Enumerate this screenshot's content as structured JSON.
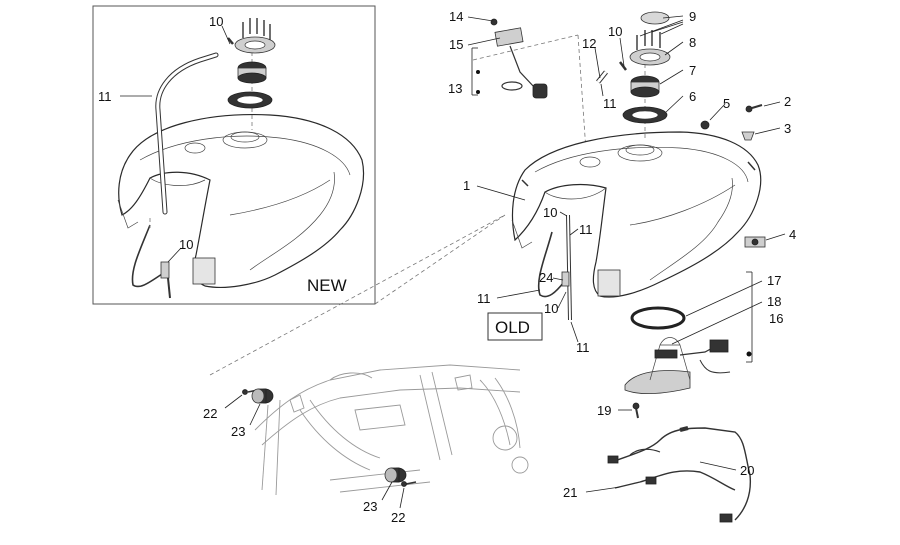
{
  "tags": {
    "new": "NEW",
    "old": "OLD"
  },
  "callouts": {
    "c1": "1",
    "c2": "2",
    "c3": "3",
    "c4": "4",
    "c5": "5",
    "c6": "6",
    "c7": "7",
    "c8": "8",
    "c9": "9",
    "c10": "10",
    "c11": "11",
    "c12": "12",
    "c13": "13",
    "c14": "14",
    "c15": "15",
    "c16": "16",
    "c17": "17",
    "c18": "18",
    "c19": "19",
    "c20": "20",
    "c21": "21",
    "c22": "22",
    "c23": "23",
    "c24": "24"
  }
}
